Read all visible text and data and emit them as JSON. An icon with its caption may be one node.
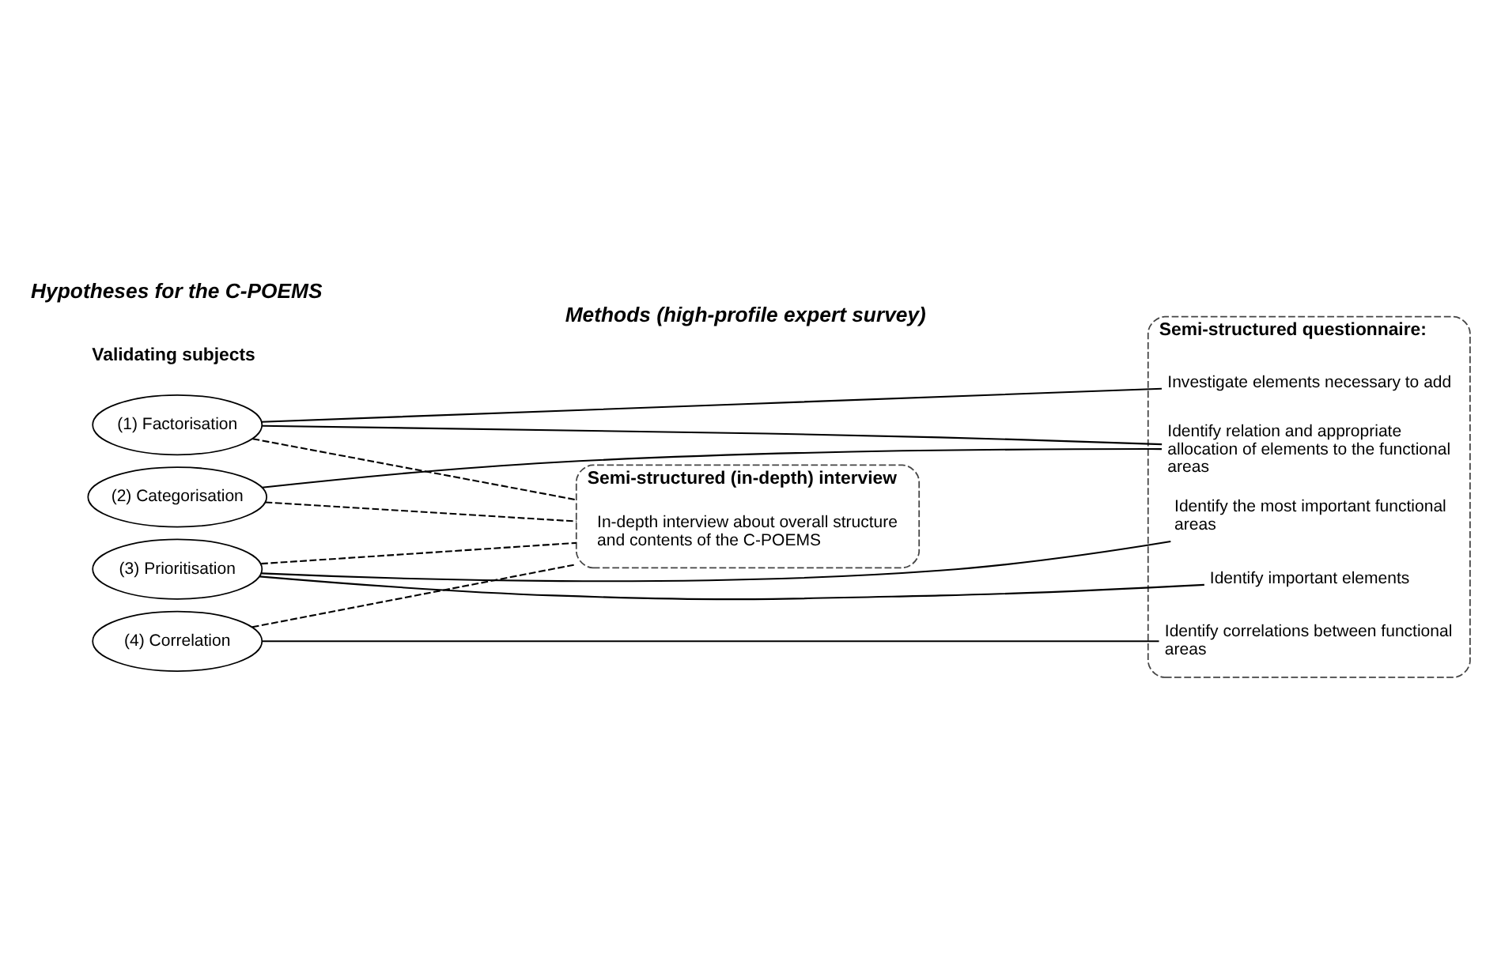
{
  "diagram": {
    "nodes": [
      {
        "text": [
          "(1) Factorisation"
        ]
      },
      {
        "text": [
          "(2) Categorisation"
        ]
      },
      {
        "text": [
          "(3) Prioritisation"
        ]
      },
      {
        "text": [
          "(4) Correlation"
        ]
      },
      {
        "text": [
          "Semi-structured questionnaire:"
        ]
      },
      {
        "text": [
          "Identify relation and appropriate allocation of elements to the functional areas"
        ],
        "in": 4
      },
      {
        "text": [
          "Investigate elements necessary to add"
        ],
        "in": 4
      },
      {
        "text": [
          "Identify important elements"
        ],
        "in": 4
      },
      {
        "text": [
          "Identify correlations between functional areas"
        ],
        "in": 4
      },
      {
        "text": [
          "Identify the most important functional areas"
        ],
        "in": 4
      },
      {
        "text": [
          "Semi-structured (in-depth) interview"
        ]
      },
      {
        "text": [
          "In-depth interview about overall structure and contents of the C-POEMS"
        ],
        "in": 10
      }
    ],
    "edges": [
      {
        "from": 0,
        "to": 5,
        "arrow": "none"
      },
      {
        "from": 0,
        "to": 6,
        "arrow": "none"
      },
      {
        "from": 0,
        "to": 10,
        "arrow": "none",
        "style": "dashed"
      },
      {
        "from": 1,
        "to": 5,
        "arrow": "none"
      },
      {
        "from": 1,
        "to": 10,
        "arrow": "none",
        "style": "dashed"
      },
      {
        "from": 2,
        "to": 7,
        "arrow": "none"
      },
      {
        "from": 2,
        "to": 9,
        "arrow": "none"
      },
      {
        "from": 2,
        "to": 10,
        "arrow": "none",
        "style": "dashed"
      },
      {
        "from": 3,
        "to": 8,
        "arrow": "none"
      },
      {
        "from": 3,
        "to": 10,
        "arrow": "none",
        "style": "dashed"
      }
    ],
    "labels": [
      "Hypotheses for the C-POEMS",
      "Methods (high-profile expert survey)",
      "Validating subjects"
    ]
  }
}
